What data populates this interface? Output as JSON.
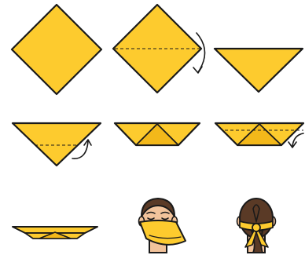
{
  "colors": {
    "fabric": "#FDCB2E",
    "fabric_shade": "#F3B81A",
    "outline": "#1a1a1a",
    "fold_line": "#1a1a1a",
    "skin": "#F2C39B",
    "skin_shade": "#E2A97E",
    "hair": "#5A3A26",
    "background": "#FFFFFF"
  },
  "steps": [
    {
      "name": "square",
      "icon": "diamond-square-icon"
    },
    {
      "name": "fold-in-half",
      "icon": "diamond-fold-line-icon"
    },
    {
      "name": "triangle",
      "icon": "triangle-icon"
    },
    {
      "name": "fold-tip-up",
      "icon": "triangle-fold-up-icon"
    },
    {
      "name": "folded-band",
      "icon": "folded-band-icon"
    },
    {
      "name": "fold-again",
      "icon": "band-fold-icon"
    },
    {
      "name": "finished-band",
      "icon": "flat-band-icon"
    },
    {
      "name": "wear-front",
      "icon": "face-with-mask-icon"
    },
    {
      "name": "tie-back",
      "icon": "head-back-knot-icon"
    }
  ]
}
